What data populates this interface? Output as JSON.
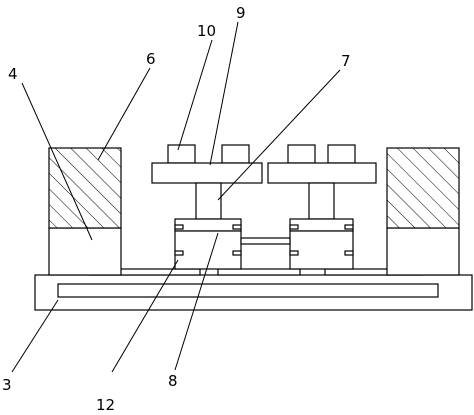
{
  "labels": {
    "l3": "3",
    "l4": "4",
    "l6": "6",
    "l7": "7",
    "l8": "8",
    "l9": "9",
    "l10": "10",
    "l12": "12"
  },
  "colors": {
    "line": "#000000",
    "background": "#ffffff"
  }
}
